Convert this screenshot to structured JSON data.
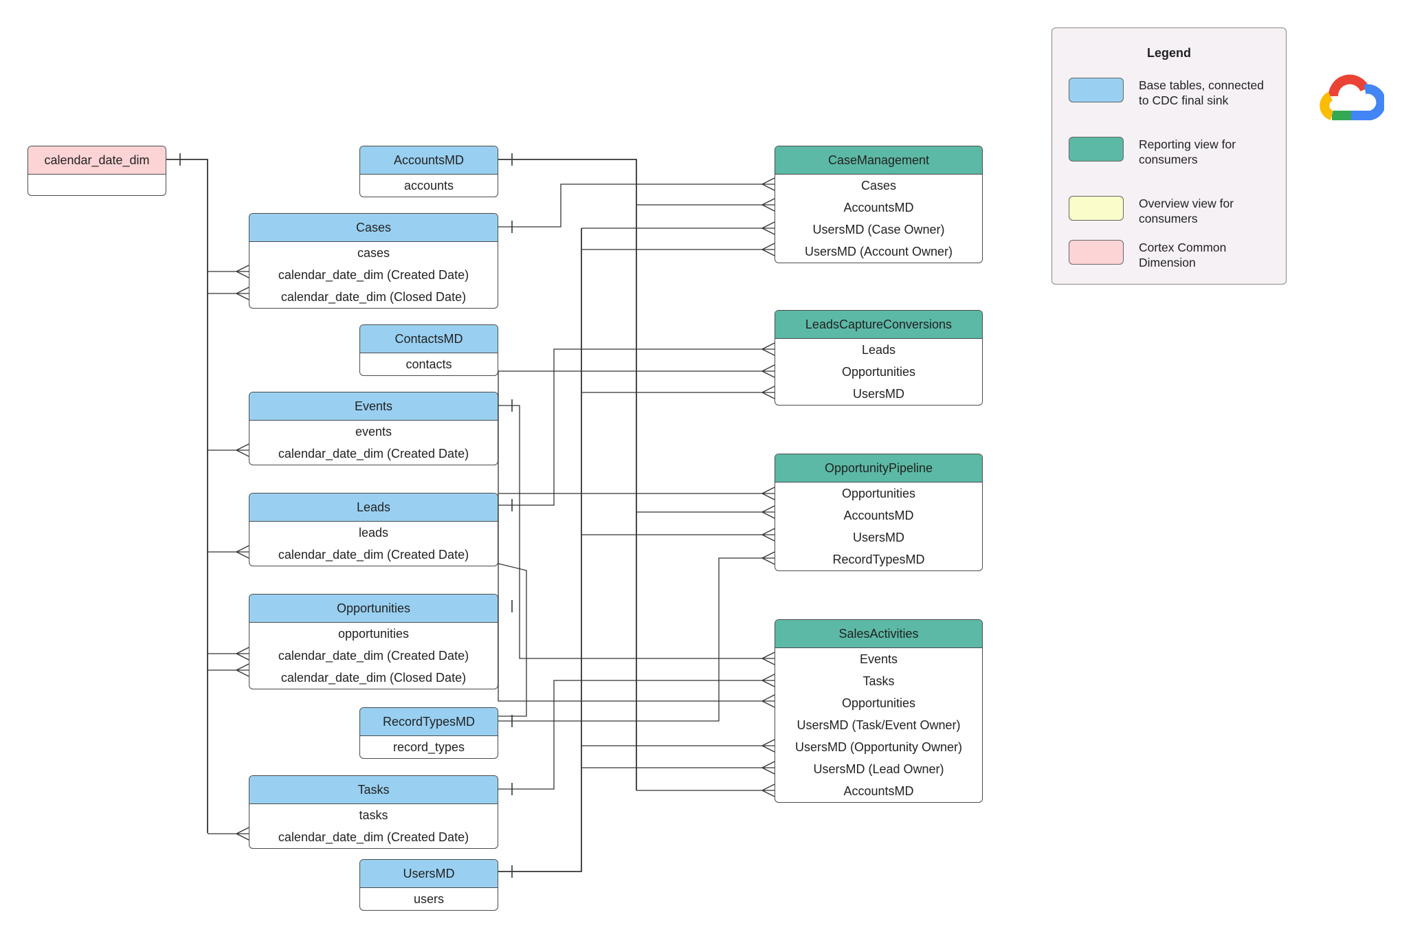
{
  "entities": {
    "calendar_date_dim": {
      "title": "calendar_date_dim",
      "rows": []
    },
    "accountsmd": {
      "title": "AccountsMD",
      "rows": [
        "accounts"
      ]
    },
    "cases": {
      "title": "Cases",
      "rows": [
        "cases",
        "calendar_date_dim (Created Date)",
        "calendar_date_dim (Closed Date)"
      ]
    },
    "contactsmd": {
      "title": "ContactsMD",
      "rows": [
        "contacts"
      ]
    },
    "events": {
      "title": "Events",
      "rows": [
        "events",
        "calendar_date_dim (Created Date)"
      ]
    },
    "leads": {
      "title": "Leads",
      "rows": [
        "leads",
        "calendar_date_dim (Created Date)"
      ]
    },
    "opportunities": {
      "title": "Opportunities",
      "rows": [
        "opportunities",
        "calendar_date_dim (Created Date)",
        "calendar_date_dim (Closed Date)"
      ]
    },
    "recordtypesmd": {
      "title": "RecordTypesMD",
      "rows": [
        "record_types"
      ]
    },
    "tasks": {
      "title": "Tasks",
      "rows": [
        "tasks",
        "calendar_date_dim (Created Date)"
      ]
    },
    "usersmd": {
      "title": "UsersMD",
      "rows": [
        "users"
      ]
    },
    "casemanagement": {
      "title": "CaseManagement",
      "rows": [
        "Cases",
        "AccountsMD",
        "UsersMD (Case Owner)",
        "UsersMD (Account Owner)"
      ]
    },
    "leadscaptureconversions": {
      "title": "LeadsCaptureConversions",
      "rows": [
        "Leads",
        "Opportunities",
        "UsersMD"
      ]
    },
    "opportunitypipeline": {
      "title": "OpportunityPipeline",
      "rows": [
        "Opportunities",
        "AccountsMD",
        "UsersMD",
        "RecordTypesMD"
      ]
    },
    "salesactivities": {
      "title": "SalesActivities",
      "rows": [
        "Events",
        "Tasks",
        "Opportunities",
        "UsersMD (Task/Event Owner)",
        "UsersMD (Opportunity Owner)",
        "UsersMD (Lead Owner)",
        "AccountsMD"
      ]
    }
  },
  "legend": {
    "title": "Legend",
    "items": [
      {
        "label": "Base tables, connected to CDC final sink",
        "color": "#99d0f1"
      },
      {
        "label": "Reporting view for consumers",
        "color": "#5cb9a5"
      },
      {
        "label": "Overview view for consumers",
        "color": "#fafcc9"
      },
      {
        "label": "Cortex Common Dimension",
        "color": "#fdd4d6"
      }
    ]
  },
  "colors": {
    "base": "#99d0f1",
    "report": "#5cb9a5",
    "common": "#fdd4d6",
    "line": "#333333"
  },
  "icons": {
    "logo": "google-cloud-logo"
  }
}
